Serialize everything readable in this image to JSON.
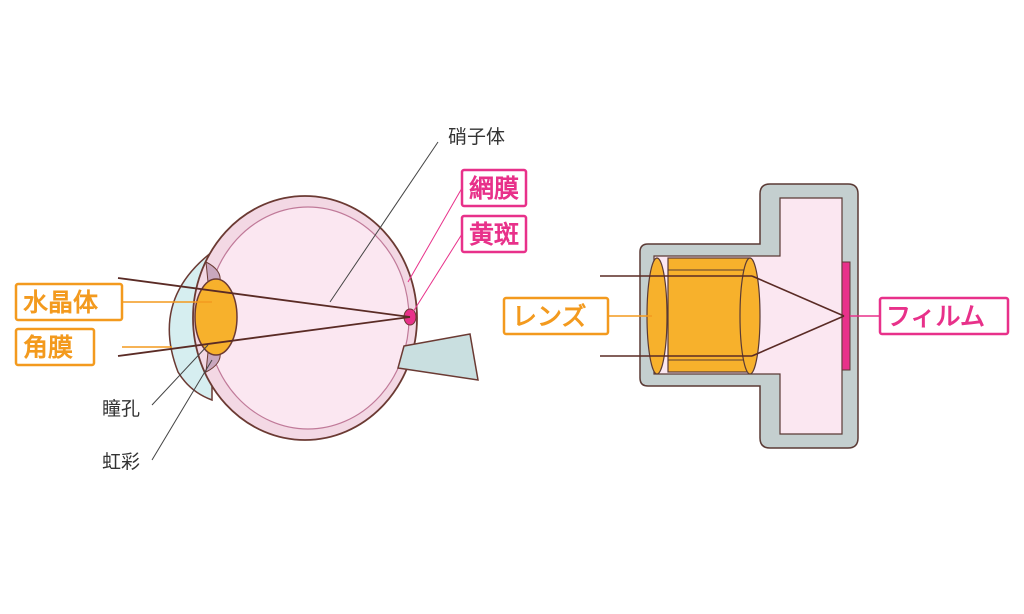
{
  "eye": {
    "vitreous": "硝子体",
    "retina": "網膜",
    "macula": "黄斑",
    "lens": "水晶体",
    "cornea": "角膜",
    "pupil": "瞳孔",
    "iris": "虹彩"
  },
  "camera": {
    "lens": "レンズ",
    "film": "フィルム"
  },
  "colors": {
    "orange": "#f39a1e",
    "pink": "#e8318a",
    "eyeball_fill": "#fbe7f1",
    "lens_fill": "#f7b12c",
    "cornea_fill": "#d6eef0",
    "ray": "#5a2b25"
  }
}
